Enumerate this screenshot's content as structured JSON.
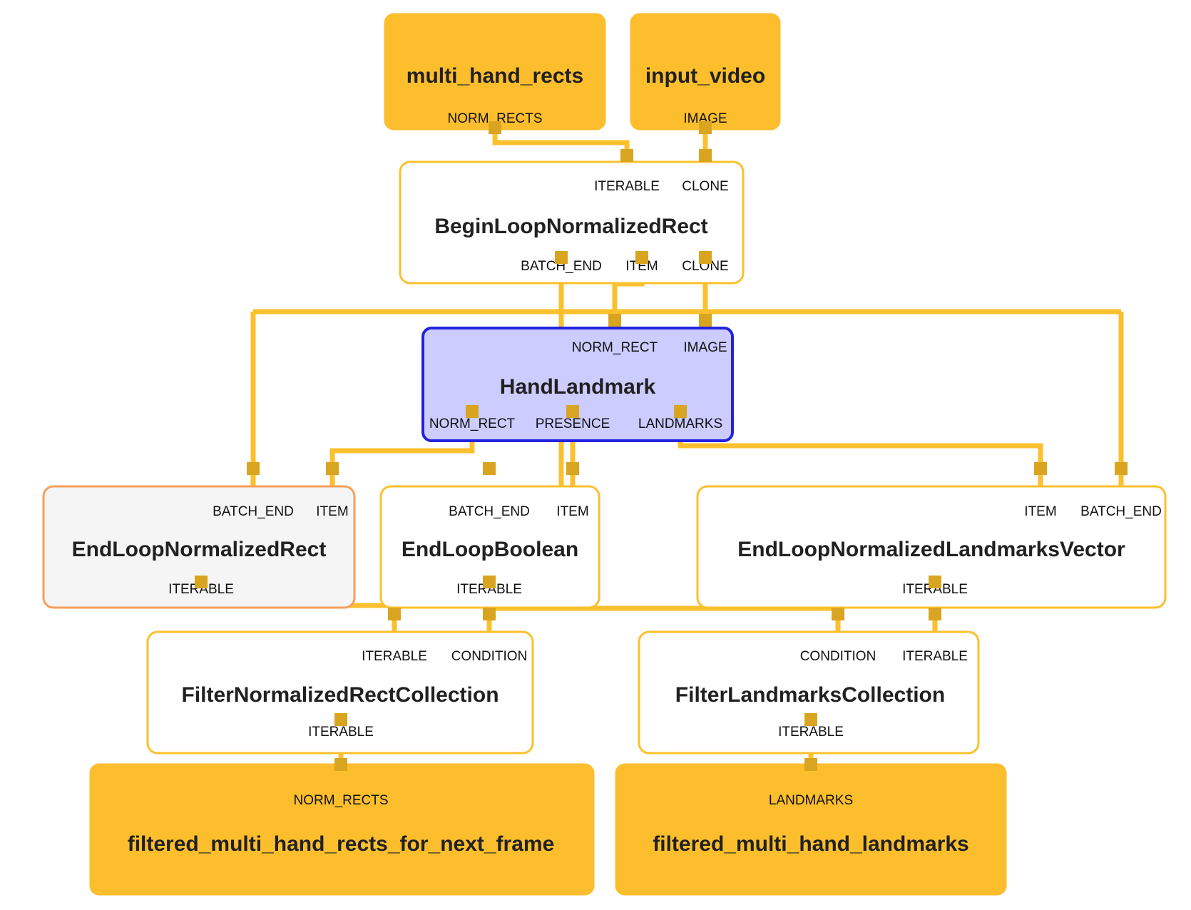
{
  "diagram": {
    "kind": "mediapipe-calculator-graph",
    "background": "#ffffff",
    "colors": {
      "stream_node_fill": "#fdbe2e",
      "stream_node_border": "#fdbe2e",
      "calculator_fill": "#ffffff",
      "calculator_border": "#fbc02d",
      "highlight_fill": "#ccccff",
      "highlight_border": "#2323dd",
      "selected_fill": "#f5f5f5",
      "selected_border": "#f5a05a",
      "edge": "#fbc02d",
      "port": "#d9a520",
      "text": "#212121"
    },
    "nodes": [
      {
        "id": "multi_hand_rects",
        "title": "multi_hand_rects",
        "type": "stream",
        "out_ports": [
          "NORM_RECTS"
        ],
        "in_ports": []
      },
      {
        "id": "input_video",
        "title": "input_video",
        "type": "stream",
        "out_ports": [
          "IMAGE"
        ],
        "in_ports": []
      },
      {
        "id": "BeginLoopNormalizedRect",
        "title": "BeginLoopNormalizedRect",
        "type": "calculator",
        "in_ports": [
          "ITERABLE",
          "CLONE"
        ],
        "out_ports": [
          "BATCH_END",
          "ITEM",
          "CLONE"
        ]
      },
      {
        "id": "HandLandmark",
        "title": "HandLandmark",
        "type": "calculator-highlight",
        "in_ports": [
          "NORM_RECT",
          "IMAGE"
        ],
        "out_ports": [
          "NORM_RECT",
          "PRESENCE",
          "LANDMARKS"
        ]
      },
      {
        "id": "EndLoopNormalizedRect",
        "title": "EndLoopNormalizedRect",
        "type": "calculator-selected",
        "in_ports": [
          "BATCH_END",
          "ITEM"
        ],
        "out_ports": [
          "ITERABLE"
        ]
      },
      {
        "id": "EndLoopBoolean",
        "title": "EndLoopBoolean",
        "type": "calculator",
        "in_ports": [
          "BATCH_END",
          "ITEM"
        ],
        "out_ports": [
          "ITERABLE"
        ]
      },
      {
        "id": "EndLoopNormalizedLandmarksVector",
        "title": "EndLoopNormalizedLandmarksVector",
        "type": "calculator",
        "in_ports": [
          "ITEM",
          "BATCH_END"
        ],
        "out_ports": [
          "ITERABLE"
        ]
      },
      {
        "id": "FilterNormalizedRectCollection",
        "title": "FilterNormalizedRectCollection",
        "type": "calculator",
        "in_ports": [
          "ITERABLE",
          "CONDITION"
        ],
        "out_ports": [
          "ITERABLE"
        ]
      },
      {
        "id": "FilterLandmarksCollection",
        "title": "FilterLandmarksCollection",
        "type": "calculator",
        "in_ports": [
          "CONDITION",
          "ITERABLE"
        ],
        "out_ports": [
          "ITERABLE"
        ]
      },
      {
        "id": "filtered_multi_hand_rects_for_next_frame",
        "title": "filtered_multi_hand_rects_for_next_frame",
        "type": "stream",
        "in_ports": [
          "NORM_RECTS"
        ],
        "out_ports": []
      },
      {
        "id": "filtered_multi_hand_landmarks",
        "title": "filtered_multi_hand_landmarks",
        "type": "stream",
        "in_ports": [
          "LANDMARKS"
        ],
        "out_ports": []
      }
    ],
    "edges": [
      {
        "from": "multi_hand_rects.NORM_RECTS",
        "to": "BeginLoopNormalizedRect.ITERABLE"
      },
      {
        "from": "input_video.IMAGE",
        "to": "BeginLoopNormalizedRect.CLONE"
      },
      {
        "from": "BeginLoopNormalizedRect.ITEM",
        "to": "HandLandmark.NORM_RECT"
      },
      {
        "from": "BeginLoopNormalizedRect.CLONE",
        "to": "HandLandmark.IMAGE"
      },
      {
        "from": "BeginLoopNormalizedRect.BATCH_END",
        "to": "EndLoopNormalizedRect.BATCH_END"
      },
      {
        "from": "BeginLoopNormalizedRect.BATCH_END",
        "to": "EndLoopBoolean.BATCH_END"
      },
      {
        "from": "BeginLoopNormalizedRect.BATCH_END",
        "to": "EndLoopNormalizedLandmarksVector.BATCH_END"
      },
      {
        "from": "HandLandmark.NORM_RECT",
        "to": "EndLoopNormalizedRect.ITEM"
      },
      {
        "from": "HandLandmark.PRESENCE",
        "to": "EndLoopBoolean.ITEM"
      },
      {
        "from": "HandLandmark.LANDMARKS",
        "to": "EndLoopNormalizedLandmarksVector.ITEM"
      },
      {
        "from": "EndLoopNormalizedRect.ITERABLE",
        "to": "FilterNormalizedRectCollection.ITERABLE"
      },
      {
        "from": "EndLoopBoolean.ITERABLE",
        "to": "FilterNormalizedRectCollection.CONDITION"
      },
      {
        "from": "EndLoopBoolean.ITERABLE",
        "to": "FilterLandmarksCollection.CONDITION"
      },
      {
        "from": "EndLoopNormalizedLandmarksVector.ITERABLE",
        "to": "FilterLandmarksCollection.ITERABLE"
      },
      {
        "from": "FilterNormalizedRectCollection.ITERABLE",
        "to": "filtered_multi_hand_rects_for_next_frame.NORM_RECTS"
      },
      {
        "from": "FilterLandmarksCollection.ITERABLE",
        "to": "filtered_multi_hand_landmarks.LANDMARKS"
      }
    ],
    "labels": {
      "multi_hand_rects": "multi_hand_rects",
      "input_video": "input_video",
      "BeginLoopNormalizedRect": "BeginLoopNormalizedRect",
      "HandLandmark": "HandLandmark",
      "EndLoopNormalizedRect": "EndLoopNormalizedRect",
      "EndLoopBoolean": "EndLoopBoolean",
      "EndLoopNormalizedLandmarksVector": "EndLoopNormalizedLandmarksVector",
      "FilterNormalizedRectCollection": "FilterNormalizedRectCollection",
      "FilterLandmarksCollection": "FilterLandmarksCollection",
      "filtered_multi_hand_rects_for_next_frame": "filtered_multi_hand_rects_for_next_frame",
      "filtered_multi_hand_landmarks": "filtered_multi_hand_landmarks"
    },
    "ports": {
      "NORM_RECTS": "NORM_RECTS",
      "IMAGE": "IMAGE",
      "ITERABLE": "ITERABLE",
      "CLONE": "CLONE",
      "BATCH_END": "BATCH_END",
      "ITEM": "ITEM",
      "NORM_RECT": "NORM_RECT",
      "PRESENCE": "PRESENCE",
      "LANDMARKS": "LANDMARKS",
      "CONDITION": "CONDITION"
    }
  }
}
